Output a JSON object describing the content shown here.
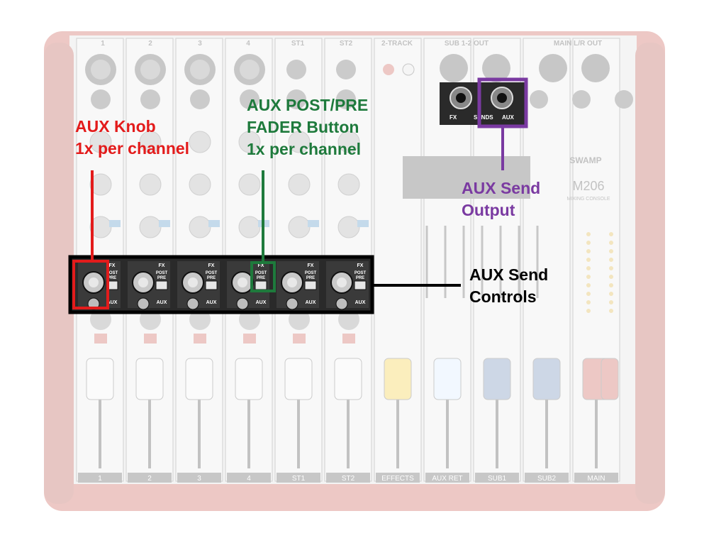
{
  "colors": {
    "chassis": "#f2d8d8",
    "panel": "#e4e4e4",
    "aux_knob_marker": "#e31b1b",
    "post_pre_marker": "#1e7a3c",
    "aux_output_marker": "#7a3aa1",
    "aux_controls_marker": "#000000"
  },
  "mixer": {
    "brand_text": "SWAMP",
    "model_text": "M206",
    "subtitle_text": "MIXING CONSOLE",
    "top_labels": [
      "1",
      "2",
      "3",
      "4",
      "ST1",
      "ST2",
      "2-TRACK",
      "SUB 1-2 OUT",
      "MAIN L/R OUT"
    ],
    "bottom_labels": [
      "1",
      "2",
      "3",
      "4",
      "ST1",
      "ST2",
      "EFFECTS",
      "AUX RET",
      "SUB1",
      "SUB2",
      "MAIN"
    ],
    "strip_fx_label": "FX",
    "strip_post_pre_label": "POST\nPRE",
    "strip_aux_label": "AUX",
    "jack_labels": [
      "FX",
      "SENDS",
      "AUX"
    ]
  },
  "callouts": {
    "aux_knob": [
      "AUX Knob",
      "1x per channel"
    ],
    "post_pre": [
      "AUX POST/PRE",
      "FADER Button",
      "1x per channel"
    ],
    "aux_output": [
      "AUX Send",
      "Output"
    ],
    "aux_controls": [
      "AUX Send",
      "Controls"
    ]
  }
}
